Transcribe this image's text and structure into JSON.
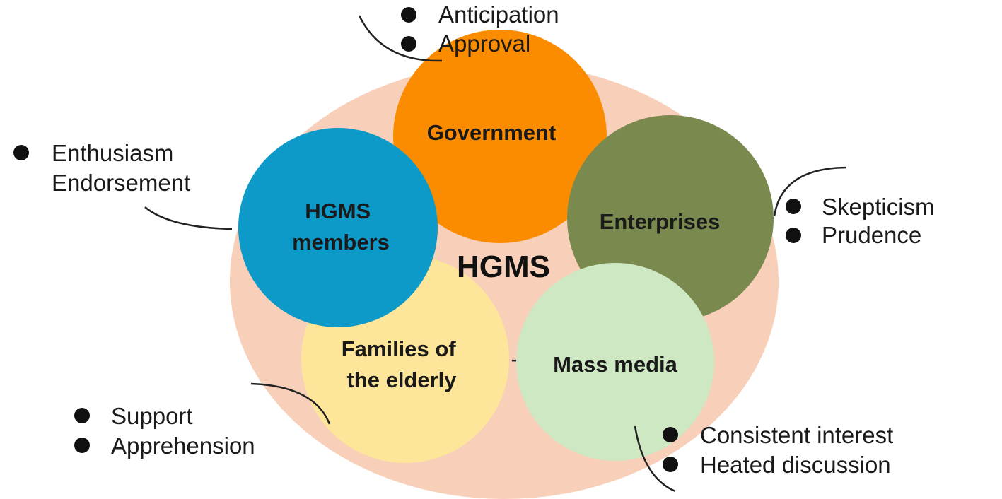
{
  "center": {
    "label": "HGMS"
  },
  "colors": {
    "ring": "#f8cfb8",
    "government": "#fb8c00",
    "enterprises": "#7a8a4f",
    "mass_media": "#cde8c3",
    "families": "#fde59a",
    "members": "#0d9ac9"
  },
  "nodes": {
    "government": {
      "lines": [
        "Government"
      ]
    },
    "enterprises": {
      "lines": [
        "Enterprises"
      ]
    },
    "mass_media": {
      "lines": [
        "Mass media"
      ]
    },
    "families": {
      "lines": [
        "Families of",
        "the elderly"
      ]
    },
    "members": {
      "lines": [
        "HGMS",
        "members"
      ]
    }
  },
  "notes": {
    "government": [
      "Anticipation",
      "Approval"
    ],
    "members": [
      "Enthusiasm",
      "Endorsement"
    ],
    "enterprises": [
      "Skepticism",
      "Prudence"
    ],
    "families": [
      "Support",
      "Apprehension"
    ],
    "mass_media": [
      "Consistent interest",
      "Heated discussion"
    ]
  }
}
